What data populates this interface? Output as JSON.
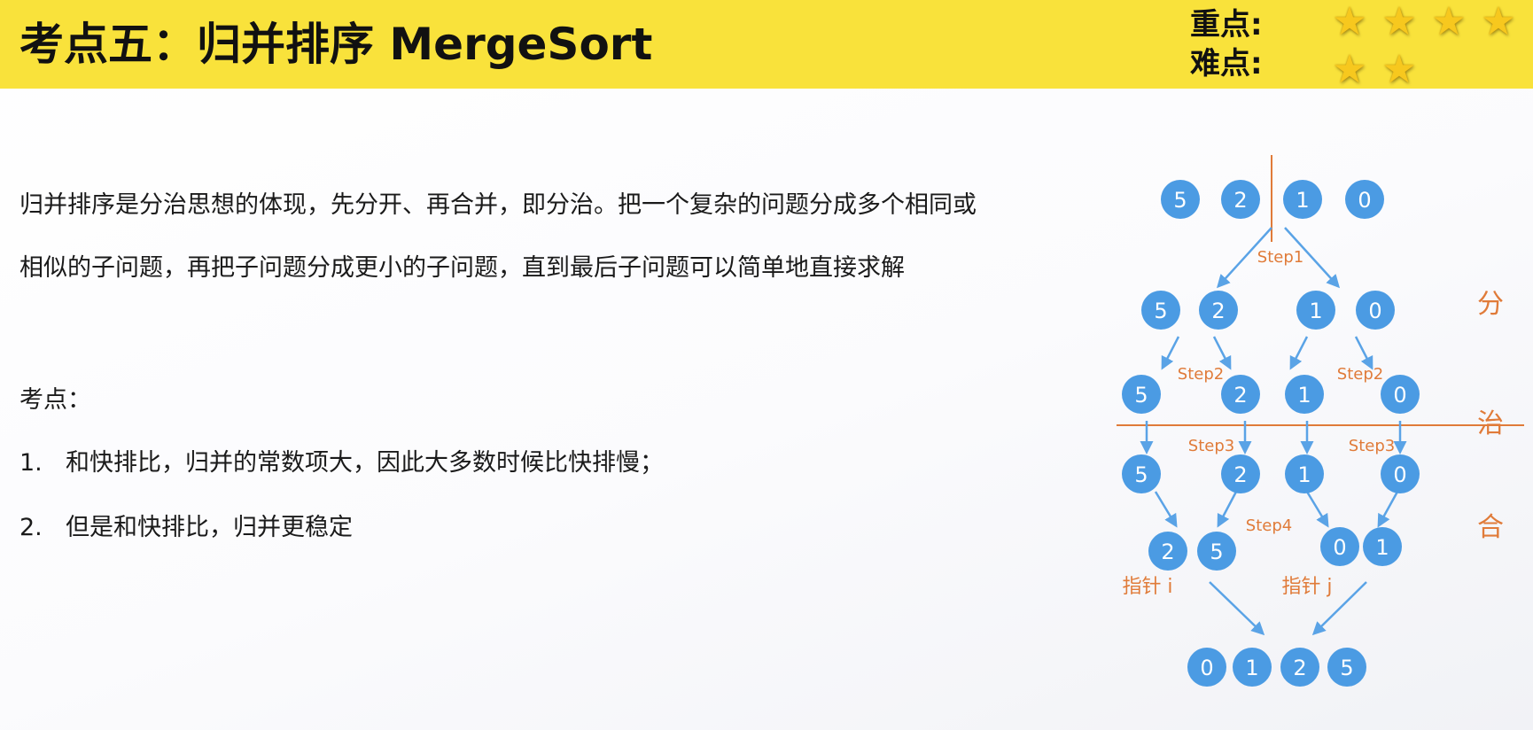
{
  "header": {
    "title": "考点五：归并排序 MergeSort",
    "importance_label": "重点:",
    "importance_stars": 4,
    "difficulty_label": "难点:",
    "difficulty_stars": 2,
    "star_color": "#f7c81e",
    "bar_color": "#f9e23b"
  },
  "body": {
    "intro_line1": "归并排序是分治思想的体现，先分开、再合并，即分治。把一个复杂的问题分成多个相同或",
    "intro_line2": "相似的子问题，再把子问题分成更小的子问题，直到最后子问题可以简单地直接求解",
    "points_heading": "考点：",
    "points": [
      {
        "num": "1.",
        "text": "和快排比，归并的常数项大，因此大多数时候比快排慢；"
      },
      {
        "num": "2.",
        "text": "但是和快排比，归并更稳定"
      }
    ]
  },
  "diagram": {
    "node_color": "#4b9be3",
    "arrow_color": "#5aa3e6",
    "line_color": "#e07b39",
    "label_color": "#e07b39",
    "rows": [
      [
        "5",
        "2",
        "1",
        "0"
      ],
      [
        "5",
        "2",
        "1",
        "0"
      ],
      [
        "5",
        "2",
        "1",
        "0"
      ],
      [
        "5",
        "2",
        "1",
        "0"
      ],
      [
        "2",
        "5",
        "0",
        "1"
      ],
      [
        "0",
        "1",
        "2",
        "5"
      ]
    ],
    "step_labels": [
      "Step1",
      "Step2",
      "Step2",
      "Step3",
      "Step3",
      "Step4"
    ],
    "pointer_labels": [
      "指针 i",
      "指针 j"
    ],
    "side_labels": [
      "分",
      "治",
      "合"
    ]
  }
}
